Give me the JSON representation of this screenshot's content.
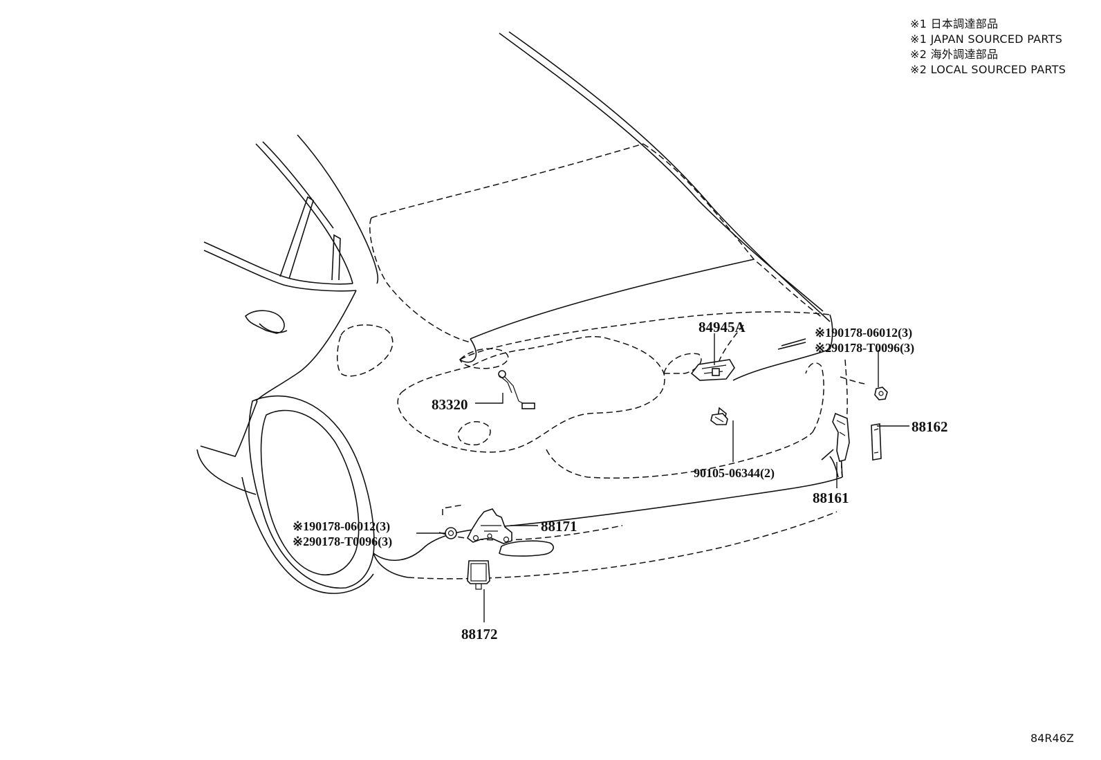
{
  "legend": {
    "line1": "※1 日本調達部品",
    "line2": "※1 JAPAN SOURCED PARTS",
    "line3": "※2 海外調達部品",
    "line4": "※2 LOCAL SOURCED PARTS"
  },
  "labels": {
    "p84945A": "84945A",
    "p83320": "83320",
    "p90105": "90105-06344(2)",
    "p88162": "88162",
    "p88161": "88161",
    "p88171": "88171",
    "p88172": "88172",
    "clip_right_1": "※190178-06012(3)",
    "clip_right_2": "※290178-T0096(3)",
    "clip_left_1": "※190178-06012(3)",
    "clip_left_2": "※290178-T0096(3)"
  },
  "diagram_code": "84R46Z"
}
